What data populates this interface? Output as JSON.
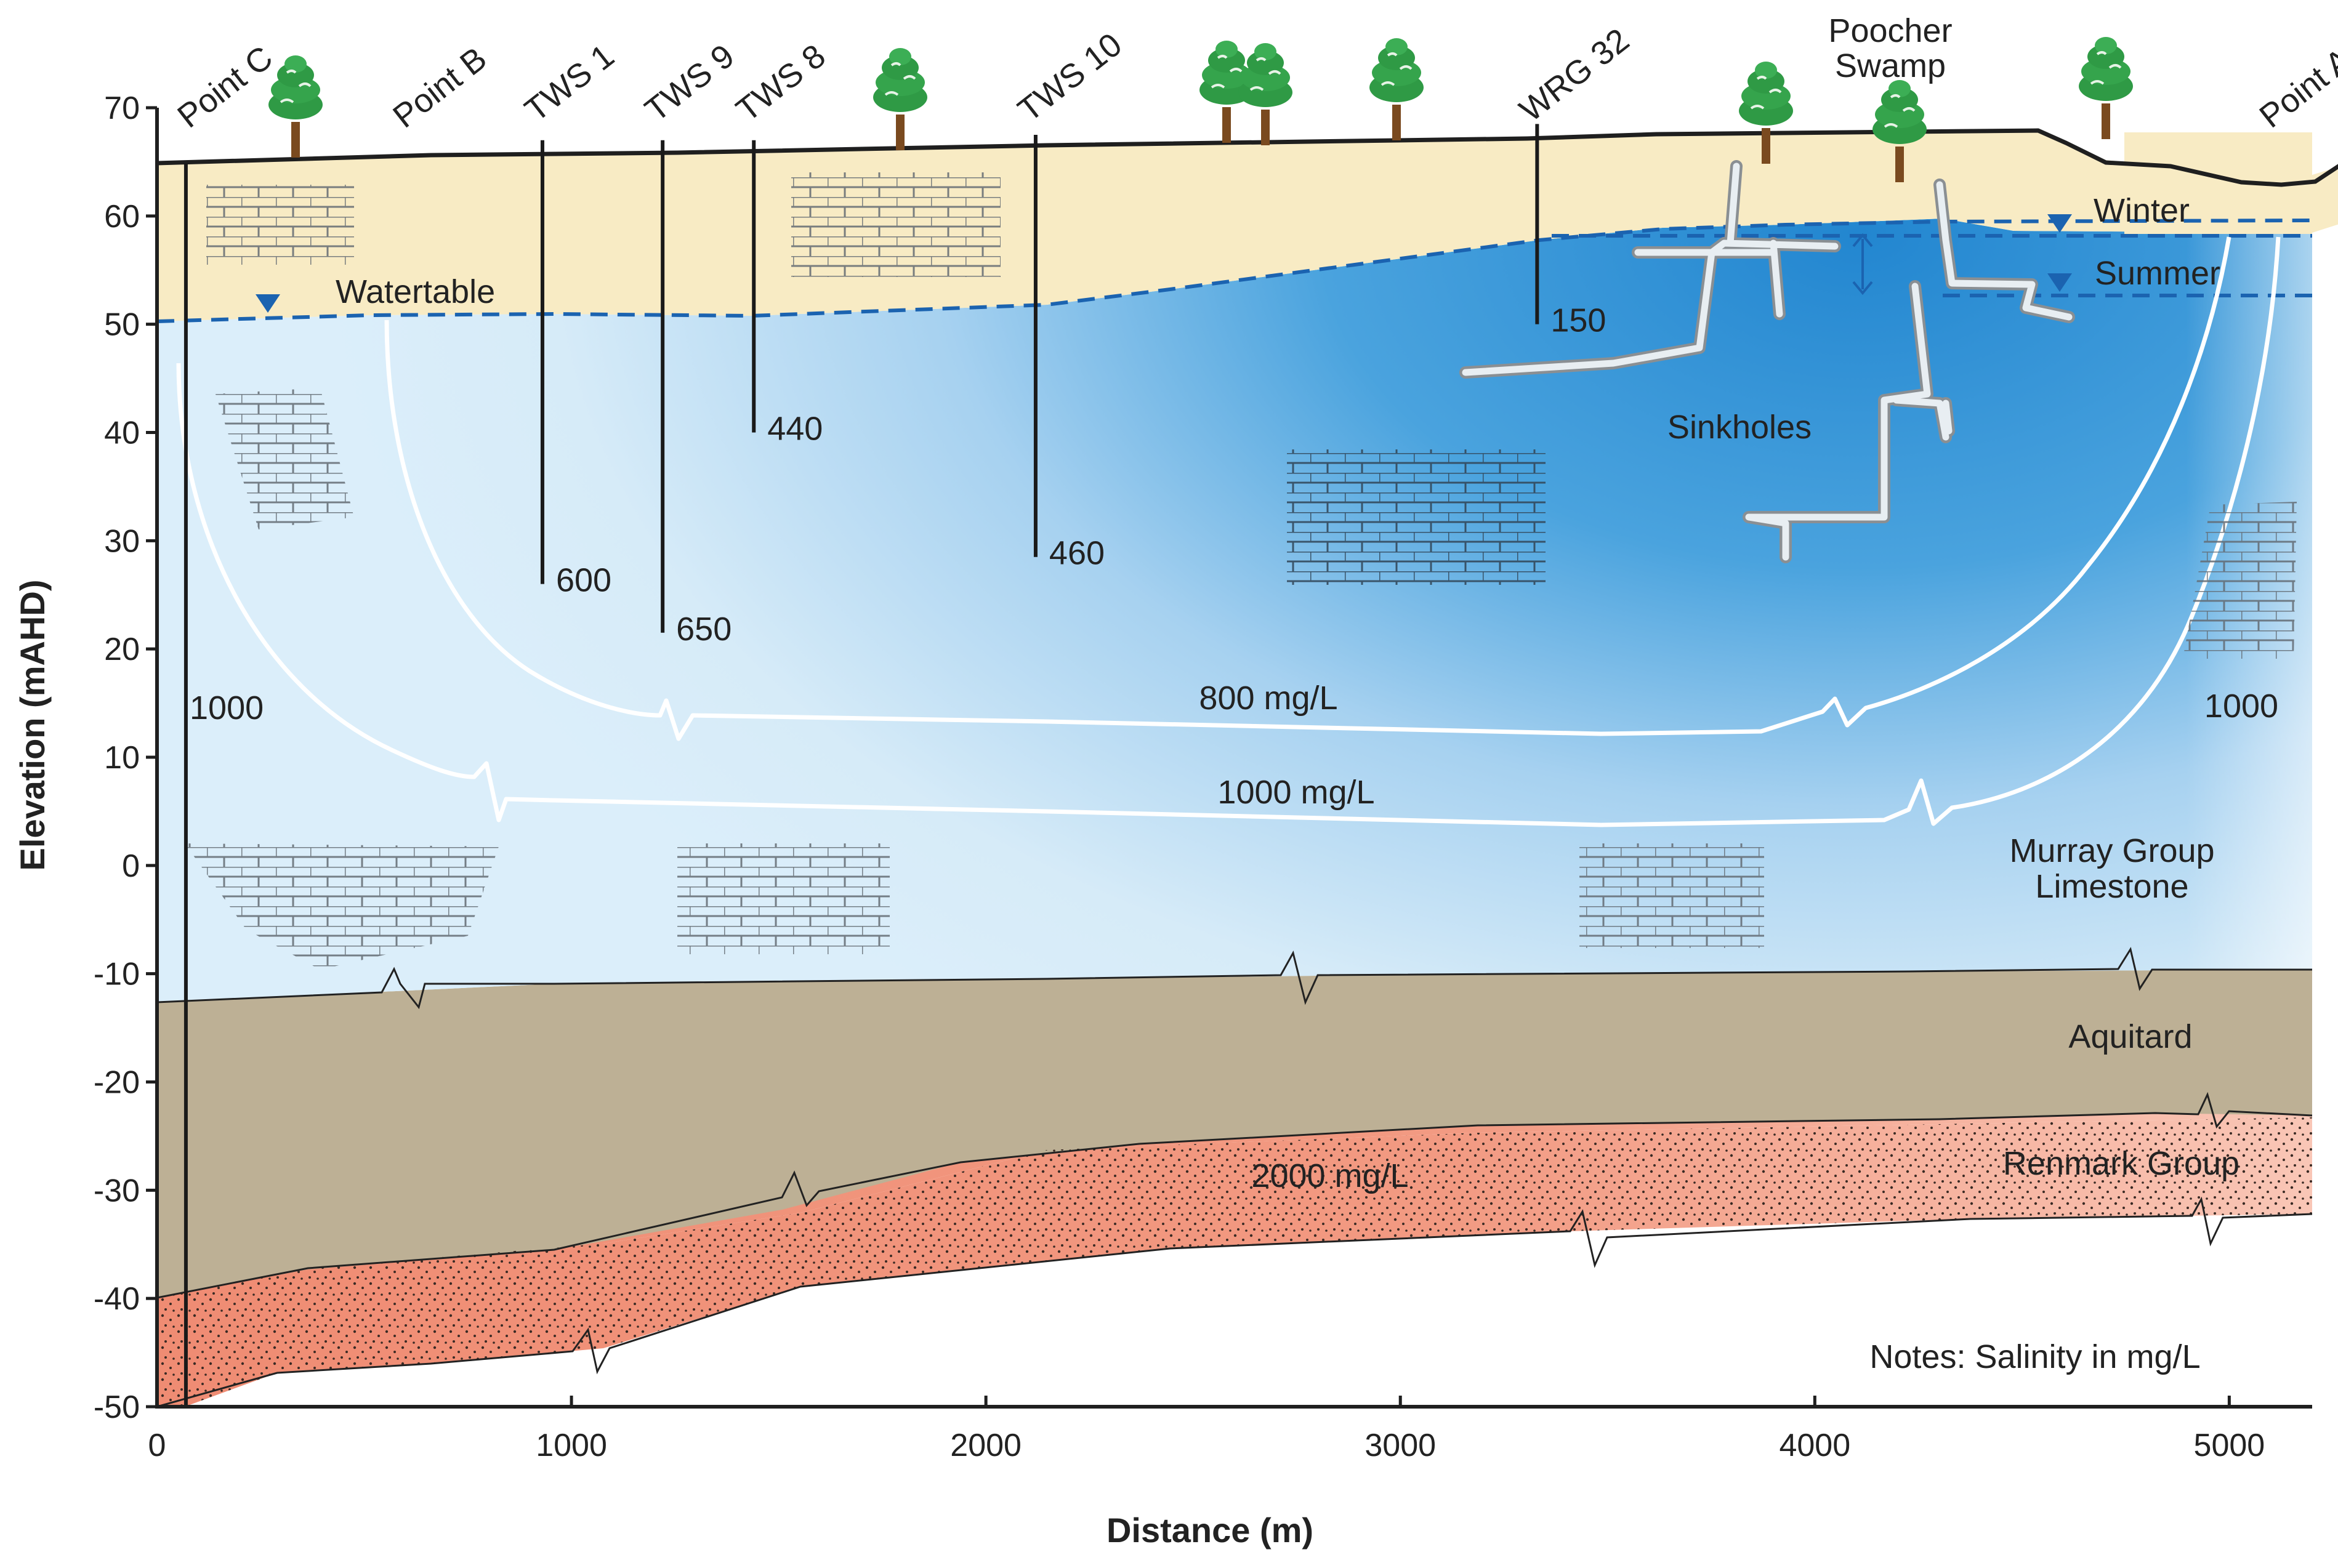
{
  "chart_data": {
    "type": "cross-section",
    "xlabel": "Distance (m)",
    "ylabel": "Elevation (mAHD)",
    "xlim": [
      0,
      5200
    ],
    "ylim": [
      -50,
      70
    ],
    "xticks": [
      "0",
      "1000",
      "2000",
      "3000",
      "4000",
      "5000"
    ],
    "yticks": [
      "70",
      "60",
      "50",
      "40",
      "30",
      "20",
      "10",
      "0",
      "-10",
      "-20",
      "-30",
      "-40",
      "-50"
    ],
    "points": [
      {
        "label": "Point C",
        "x": 40
      },
      {
        "label": "Point B",
        "x": 560
      },
      {
        "label": "Point A",
        "x": 5160
      }
    ],
    "bores": [
      {
        "label": "TWS 1",
        "x": 930,
        "top": 67,
        "bottom": 26,
        "salinity": "600"
      },
      {
        "label": "TWS 9",
        "x": 1220,
        "top": 67,
        "bottom": 21.5,
        "salinity": "650"
      },
      {
        "label": "TWS 8",
        "x": 1440,
        "top": 67,
        "bottom": 40,
        "salinity": "440"
      },
      {
        "label": "TWS 10",
        "x": 2120,
        "top": 67.5,
        "bottom": 28.5,
        "salinity": "460"
      },
      {
        "label": "WRG 32",
        "x": 3330,
        "top": 68.5,
        "bottom": 50,
        "salinity": "150"
      }
    ],
    "contours": [
      {
        "label": "800 mg/L"
      },
      {
        "label": "1000 mg/L"
      }
    ],
    "edge_salinity": {
      "left": "1000",
      "right": "1000"
    },
    "water_levels": {
      "watertable": "Watertable",
      "winter": "Winter",
      "summer": "Summer"
    },
    "features": {
      "swamp_line1": "Poocher",
      "swamp_line2": "Swamp",
      "sinkholes": "Sinkholes"
    },
    "units": {
      "murray_line1": "Murray Group",
      "murray_line2": "Limestone",
      "aquitard": "Aquitard",
      "renmark": "Renmark Group",
      "renmark_salinity": "2000 mg/L"
    },
    "note": "Notes: Salinity in mg/L",
    "colors": {
      "unsaturated": "#f8ebc4",
      "aquifer_light": "#d6ebf8",
      "aquifer_dark": "#2286d0",
      "aquitard": "#bdb095",
      "renmark": "#f0937a",
      "water_level": "#1b63b0",
      "tree": "#2f9a45",
      "trunk": "#7a4a1f"
    }
  }
}
